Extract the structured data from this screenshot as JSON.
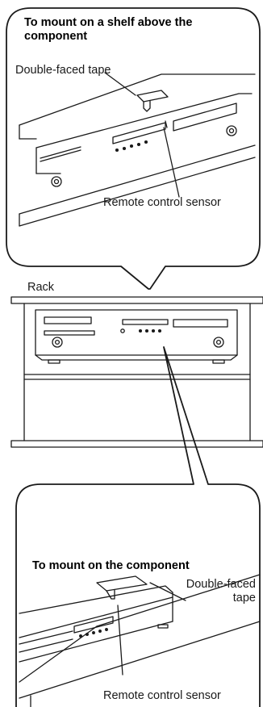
{
  "top_callout": {
    "title": "To mount on a shelf above the component",
    "tape_label": "Double-faced tape",
    "sensor_label": "Remote control sensor"
  },
  "rack": {
    "label": "Rack"
  },
  "bottom_callout": {
    "title": "To mount on the component",
    "tape_label": "Double-faced tape",
    "sensor_label": "Remote control sensor"
  },
  "colors": {
    "line": "#1a1a1a",
    "background": "#ffffff"
  }
}
